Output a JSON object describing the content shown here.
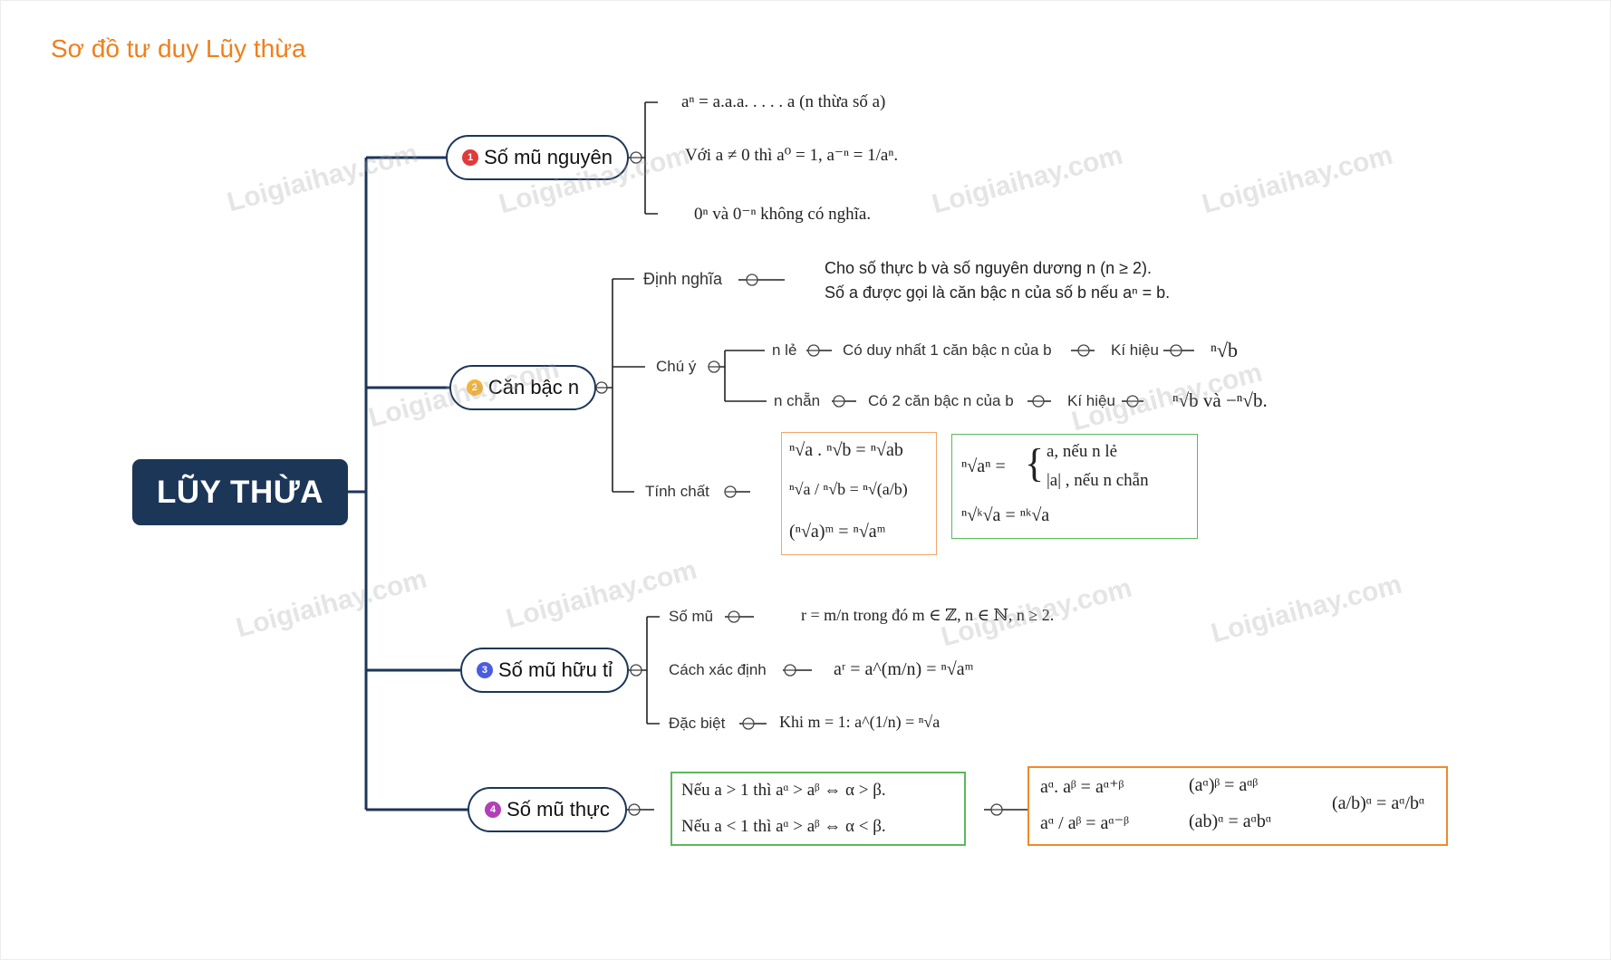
{
  "title": "Sơ đồ tư duy Lũy thừa",
  "root": "LŨY THỪA",
  "watermark": "Loigiaihay.com",
  "colors": {
    "title": "#f07f1a",
    "root_bg": "#1c3658",
    "badge1": "#e03a3a",
    "badge2": "#f2b53a",
    "badge3": "#4a5de0",
    "badge4": "#b23fb9",
    "box_orange": "#f5a56b",
    "box_green": "#5cb85c",
    "box_orange2": "#f08a2a"
  },
  "branches": {
    "b1": {
      "num": "1",
      "label": "Số mũ nguyên",
      "items": [
        "aⁿ = a.a.a. . . . . a (n thừa số a)",
        "Với a ≠ 0 thì a⁰ = 1, a⁻ⁿ = 1/aⁿ.",
        "0ⁿ và 0⁻ⁿ không có nghĩa."
      ]
    },
    "b2": {
      "num": "2",
      "label": "Căn bậc n",
      "def_label": "Định nghĩa",
      "def_text1": "Cho số thực b và số nguyên dương n (n ≥ 2).",
      "def_text2": "Số a được gọi là căn bậc n của số b nếu aⁿ = b.",
      "note_label": "Chú ý",
      "odd": "n lẻ",
      "odd_desc": "Có duy nhất 1 căn bậc n của b",
      "odd_sym_label": "Kí hiệu",
      "odd_sym": "ⁿ√b",
      "even": "n chẵn",
      "even_desc": "Có 2 căn bậc n của b",
      "even_sym_label": "Kí hiệu",
      "even_sym": "ⁿ√b và −ⁿ√b.",
      "prop_label": "Tính chất",
      "props_a": [
        "ⁿ√a . ⁿ√b = ⁿ√ab",
        "ⁿ√a / ⁿ√b = ⁿ√(a/b)",
        "(ⁿ√a)ᵐ = ⁿ√aᵐ"
      ],
      "props_b": [
        "ⁿ√aⁿ =",
        "a,    nếu n lẻ",
        "|a| ,   nếu n chẵn",
        "ⁿ√ᵏ√a = ⁿᵏ√a"
      ]
    },
    "b3": {
      "num": "3",
      "label": "Số mũ hữu tỉ",
      "exp_label": "Số mũ",
      "exp_text": "r = m/n  trong đó  m ∈ ℤ, n ∈ ℕ, n ≥ 2.",
      "how_label": "Cách xác định",
      "how_text": "aʳ = a^(m/n) = ⁿ√aᵐ",
      "spec_label": "Đặc biệt",
      "spec_text": "Khi m = 1: a^(1/n) = ⁿ√a"
    },
    "b4": {
      "num": "4",
      "label": "Số mũ thực",
      "green": [
        "Nếu a > 1 thì aᵅ > aᵝ ⇔ α > β.",
        "Nếu a < 1 thì aᵅ > aᵝ ⇔ α < β."
      ],
      "orange": [
        "aᵅ. aᵝ = aᵅ⁺ᵝ",
        "aᵅ / aᵝ = aᵅ⁻ᵝ",
        "(aᵅ)ᵝ = aᵅᵝ",
        "(ab)ᵅ = aᵅbᵅ",
        "(a/b)ᵅ = aᵅ/bᵅ"
      ]
    }
  }
}
